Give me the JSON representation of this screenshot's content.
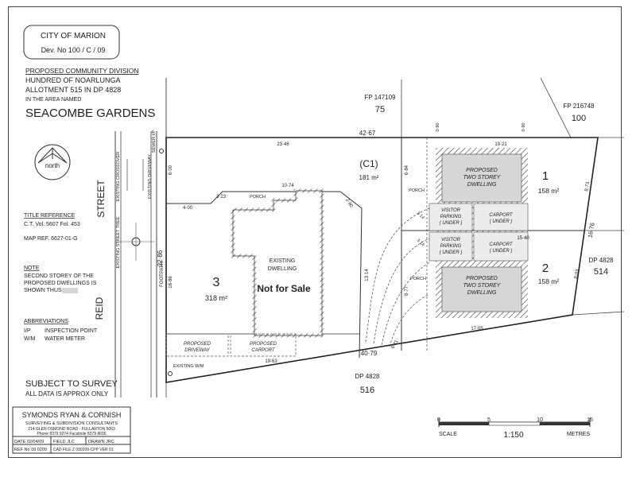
{
  "header": {
    "council": "CITY OF MARION",
    "dev_no": "Dev. No 100 / C        / 09",
    "proposal": "PROPOSED COMMUNITY DIVISION",
    "hundred": "HUNDRED OF NOARLUNGA",
    "allotment": "ALLOTMENT 515 IN DP 4828",
    "area_named": "IN THE AREA NAMED",
    "suburb": "SEACOMBE GARDENS"
  },
  "north_label": "north",
  "title_ref": {
    "heading": "TITLE REFERENCE",
    "value": "C.T. Vol. 5607 Fol. 453",
    "map_ref": "MAP REF. 6627-01-G"
  },
  "note": {
    "heading": "NOTE",
    "lines": [
      "SECOND STOREY OF THE",
      "PROPOSED DWELLINGS IS",
      "SHOWN THUS"
    ]
  },
  "abbreviations": {
    "heading": "ABBREVIATIONS",
    "items": [
      {
        "code": "I/P",
        "meaning": "INSPECTION POINT"
      },
      {
        "code": "W/M",
        "meaning": "WATER METER"
      }
    ]
  },
  "survey_note": {
    "line1": "SUBJECT TO SURVEY",
    "line2": "ALL DATA IS APPROX ONLY"
  },
  "firm": {
    "name": "SYMONDS RYAN & CORNISH",
    "subtitle": "SURVEYING & SUBDIVISION CONSULTANTS",
    "address": "214 GLEN OSMOND ROAD - FULLARTON 5063",
    "phone": "Phone 8379 9274     Facsimile 8379 8636",
    "date": "DATE  02/04/09",
    "field": "FIELD  JLC",
    "drawn": "DRAWN  JRC",
    "ref": "REF No  09 0209",
    "cad": "CAD FILE  Z 090209-CPP  VER 01"
  },
  "street": {
    "name_top": "STREET",
    "name_bottom": "REID",
    "footpath": "FOOTPATH",
    "width": "22·86",
    "existing_crossover": "EXISTING CROSSOVER",
    "existing_driveway": "EXISTING DRIVEWAY",
    "existing_street_tree": "EXISTING STREET TREE",
    "sewer_ip": "SEWER I/P",
    "existing_wm": "EXISTING W/M"
  },
  "neighbours": {
    "fp147109_ref": "FP 147109",
    "fp147109_lot": "75",
    "fp216748_ref": "FP 216748",
    "fp216748_lot": "100",
    "dp4828_right_ref": "DP 4828",
    "dp4828_right_lot": "514",
    "dp4828_bottom_ref": "DP 4828",
    "dp4828_bottom_lot": "516"
  },
  "lots": {
    "c1": {
      "label": "(C1)",
      "area": "181 m²"
    },
    "lot1": {
      "label": "1",
      "area": "158 m²"
    },
    "lot2": {
      "label": "2",
      "area": "158 m²"
    },
    "lot3": {
      "label": "3",
      "area": "318 m²"
    }
  },
  "buildings": {
    "existing_dwelling_l1": "EXISTING",
    "existing_dwelling_l2": "DWELLING",
    "not_for_sale": "Not for Sale",
    "porch": "PORCH",
    "proposed_dwelling_l1": "PROPOSED",
    "proposed_dwelling_l2": "TWO STOREY",
    "proposed_dwelling_l3": "DWELLING",
    "visitor_parking_l1": "VISITOR",
    "visitor_parking_l2": "PARKING",
    "visitor_parking_l3": "( UNDER )",
    "carport_l1": "CARPORT",
    "carport_l2": "( UNDER )",
    "proposed_driveway_l1": "PROPOSED",
    "proposed_driveway_l2": "DRIVEWAY",
    "proposed_carport_l1": "PROPOSED",
    "proposed_carport_l2": "CARPORT"
  },
  "dims": {
    "top_total": "42·67",
    "top_left": "23·46",
    "top_right": "19·21",
    "setback_a": "0·90",
    "setback_b": "0·90",
    "left_upper": "6·00",
    "left_lower": "16·86",
    "step_a": "4·00",
    "step_b": "3·23",
    "step_c": "10·74",
    "diag": "2·90",
    "c1_height": "13·14",
    "c1_right": "6·84",
    "c1_bottom": "8·77",
    "c1_bend": "6·11",
    "parking_a": "3·14",
    "parking_b": "3·14",
    "mid_split": "15·40",
    "lot2_bottom": "17·05",
    "right_upper": "8·73",
    "right_mid": "16·76",
    "right_lower": "8·03",
    "bottom_total": "40·79",
    "bottom_left": "19·63"
  },
  "scale": {
    "label": "SCALE",
    "ratio": "1:150",
    "unit": "METRES",
    "ticks": [
      "0",
      "5",
      "10",
      "15"
    ]
  }
}
